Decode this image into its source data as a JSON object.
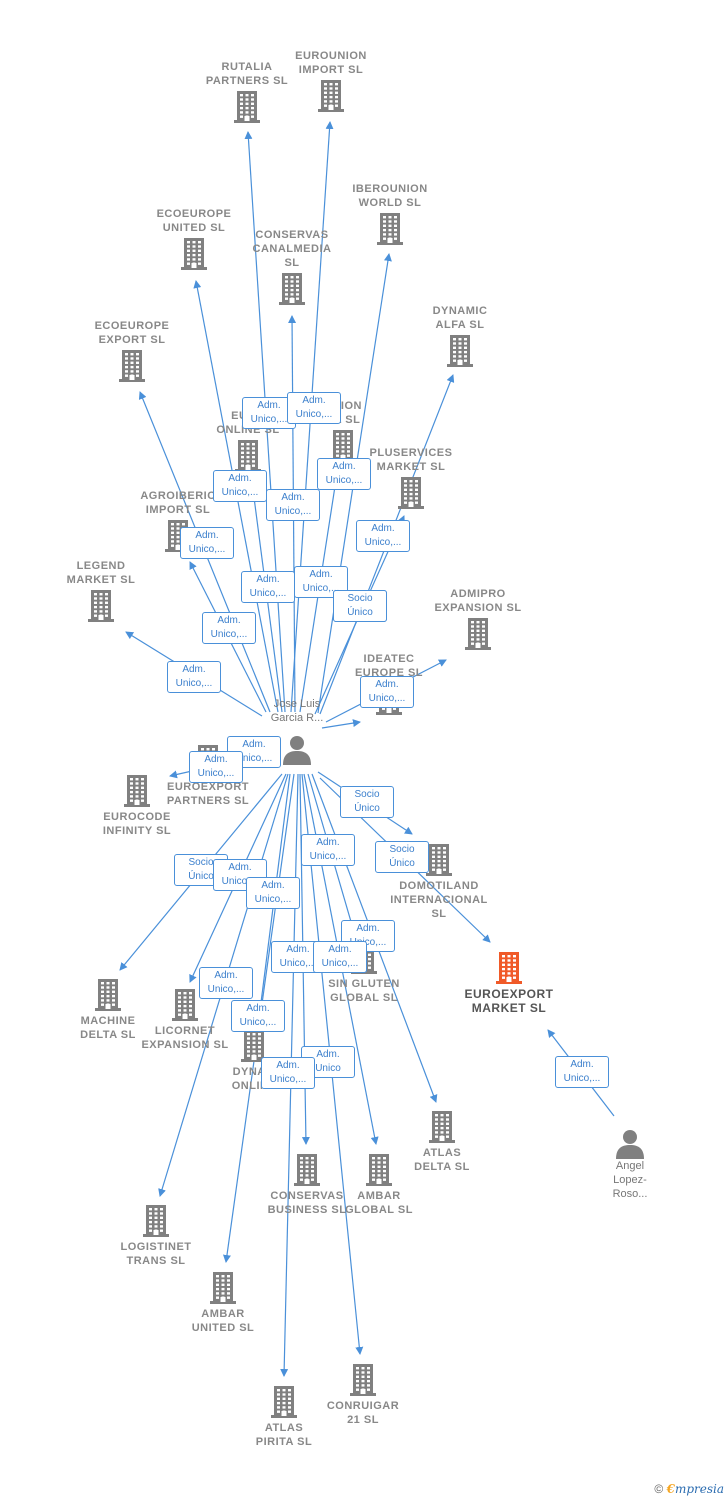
{
  "colors": {
    "edge": "#4a90d9",
    "node": "#808080",
    "focus": "#f05a28",
    "label": "#888888"
  },
  "companies": [
    {
      "id": "rutalia",
      "label": "RUTALIA\nPARTNERS  SL"
    },
    {
      "id": "eurounion-import",
      "label": "EUROUNION\nIMPORT  SL"
    },
    {
      "id": "iberounion",
      "label": "IBEROUNION\nWORLD  SL"
    },
    {
      "id": "ecoeurope-united",
      "label": "ECOEUROPE\nUNITED  SL"
    },
    {
      "id": "conservas-canalmedia",
      "label": "CONSERVAS\nCANALMEDIA\nSL"
    },
    {
      "id": "dynamic-alfa",
      "label": "DYNAMIC\nALFA  SL"
    },
    {
      "id": "ecoeurope-export",
      "label": "ECOEUROPE\nEXPORT  SL"
    },
    {
      "id": "eurocode-online",
      "label": "EURO\nONLINE  SL"
    },
    {
      "id": "eurounion-sol",
      "label": "UNION\nOL  SL"
    },
    {
      "id": "pluservices",
      "label": "PLUSERVICES\nMARKET  SL"
    },
    {
      "id": "agroiberic",
      "label": "AGROIBERIC\nIMPORT  SL"
    },
    {
      "id": "legend",
      "label": "LEGEND\nMARKET  SL"
    },
    {
      "id": "admipro",
      "label": "ADMIPRO\nEXPANSION  SL"
    },
    {
      "id": "ideatec",
      "label": "IDEATEC\nEUROPE  SL"
    },
    {
      "id": "euroexport-partners",
      "label": "EUROEXPORT\nPARTNERS  SL"
    },
    {
      "id": "eurocode-infinity",
      "label": "EUROCODE\nINFINITY  SL"
    },
    {
      "id": "domotiland",
      "label": "DOMOTILAND\nINTERNACIONAL\nSL"
    },
    {
      "id": "euroexport-market",
      "label": "EUROEXPORT\nMARKET  SL"
    },
    {
      "id": "sin-gluten",
      "label": "SIN GLUTEN\nGLOBAL  SL"
    },
    {
      "id": "machine-delta",
      "label": "MACHINE\nDELTA  SL"
    },
    {
      "id": "licornet",
      "label": "LICORNET\nEXPANSION  SL"
    },
    {
      "id": "dynamic-online",
      "label": "DYNAM\nONLINE"
    },
    {
      "id": "atlas-delta",
      "label": "ATLAS\nDELTA  SL"
    },
    {
      "id": "conservas-business",
      "label": "CONSERVAS\nBUSINESS  SL"
    },
    {
      "id": "ambar-global",
      "label": "AMBAR\nGLOBAL  SL"
    },
    {
      "id": "logistinet",
      "label": "LOGISTINET\nTRANS  SL"
    },
    {
      "id": "ambar-united",
      "label": "AMBAR\nUNITED  SL"
    },
    {
      "id": "conruigar",
      "label": "CONRUIGAR\n21  SL"
    },
    {
      "id": "atlas-pirita",
      "label": "ATLAS\nPIRITA  SL"
    }
  ],
  "persons": [
    {
      "id": "jose",
      "label": "Jose Luis\nGarcia R..."
    },
    {
      "id": "angel",
      "label": "Angel\nLopez-\nRoso..."
    }
  ],
  "edges": [
    {
      "from": "jose",
      "to": "rutalia",
      "label": "Adm.\nUnico,..."
    },
    {
      "from": "jose",
      "to": "eurounion-import",
      "label": "Adm.\nUnico,..."
    },
    {
      "from": "jose",
      "to": "iberounion",
      "label": "Adm.\nUnico,..."
    },
    {
      "from": "jose",
      "to": "ecoeurope-united",
      "label": "Adm.\nUnico,..."
    },
    {
      "from": "jose",
      "to": "conservas-canalmedia",
      "label": "Adm.\nUnico,..."
    },
    {
      "from": "jose",
      "to": "dynamic-alfa",
      "label": "Adm.\nUnico,..."
    },
    {
      "from": "jose",
      "to": "ecoeurope-export",
      "label": "Adm.\nUnico,..."
    },
    {
      "from": "jose",
      "to": "eurocode-online",
      "label": "Adm.\nUnico,..."
    },
    {
      "from": "jose",
      "to": "eurounion-sol",
      "label": "Adm.\nUnico,..."
    },
    {
      "from": "jose",
      "to": "pluservices",
      "label": "Adm.\nUnico,..."
    },
    {
      "from": "jose",
      "to": "agroiberic",
      "label": "Adm.\nUnico,..."
    },
    {
      "from": "jose",
      "to": "legend",
      "label": "Adm.\nUnico,..."
    },
    {
      "from": "jose",
      "to": "admipro",
      "label": "Socio\nÚnico"
    },
    {
      "from": "jose",
      "to": "ideatec",
      "label": "Adm.\nUnico,..."
    },
    {
      "from": "jose",
      "to": "euroexport-partners",
      "label": "Adm.\nUnico,..."
    },
    {
      "from": "jose",
      "to": "eurocode-infinity",
      "label": "Adm.\nUnico,..."
    },
    {
      "from": "jose",
      "to": "domotiland",
      "label": "Socio\nÚnico"
    },
    {
      "from": "jose",
      "to": "euroexport-market",
      "label": "Socio\nÚnico"
    },
    {
      "from": "jose",
      "to": "sin-gluten",
      "label": "Adm.\nUnico,..."
    },
    {
      "from": "jose",
      "to": "machine-delta",
      "label": "Socio\nÚnico"
    },
    {
      "from": "jose",
      "to": "licornet",
      "label": "Adm.\nUnico,..."
    },
    {
      "from": "jose",
      "to": "dynamic-online",
      "label": "Adm.\nUnico,..."
    },
    {
      "from": "jose",
      "to": "atlas-delta",
      "label": "Adm.\nUnico,..."
    },
    {
      "from": "jose",
      "to": "conservas-business",
      "label": "Adm.\nUnico,..."
    },
    {
      "from": "jose",
      "to": "ambar-global",
      "label": "Adm.\nUnico,..."
    },
    {
      "from": "jose",
      "to": "logistinet",
      "label": "Adm.\nUnico,..."
    },
    {
      "from": "jose",
      "to": "ambar-united",
      "label": "Adm.\nUnico,..."
    },
    {
      "from": "jose",
      "to": "conruigar",
      "label": "Adm.\nUnico"
    },
    {
      "from": "jose",
      "to": "atlas-pirita",
      "label": "Adm.\nUnico,..."
    },
    {
      "from": "angel",
      "to": "euroexport-market",
      "label": "Adm.\nUnico,..."
    }
  ],
  "footer": {
    "copyright": "©",
    "brand_initial": "€",
    "brand_rest": "mpresia"
  }
}
